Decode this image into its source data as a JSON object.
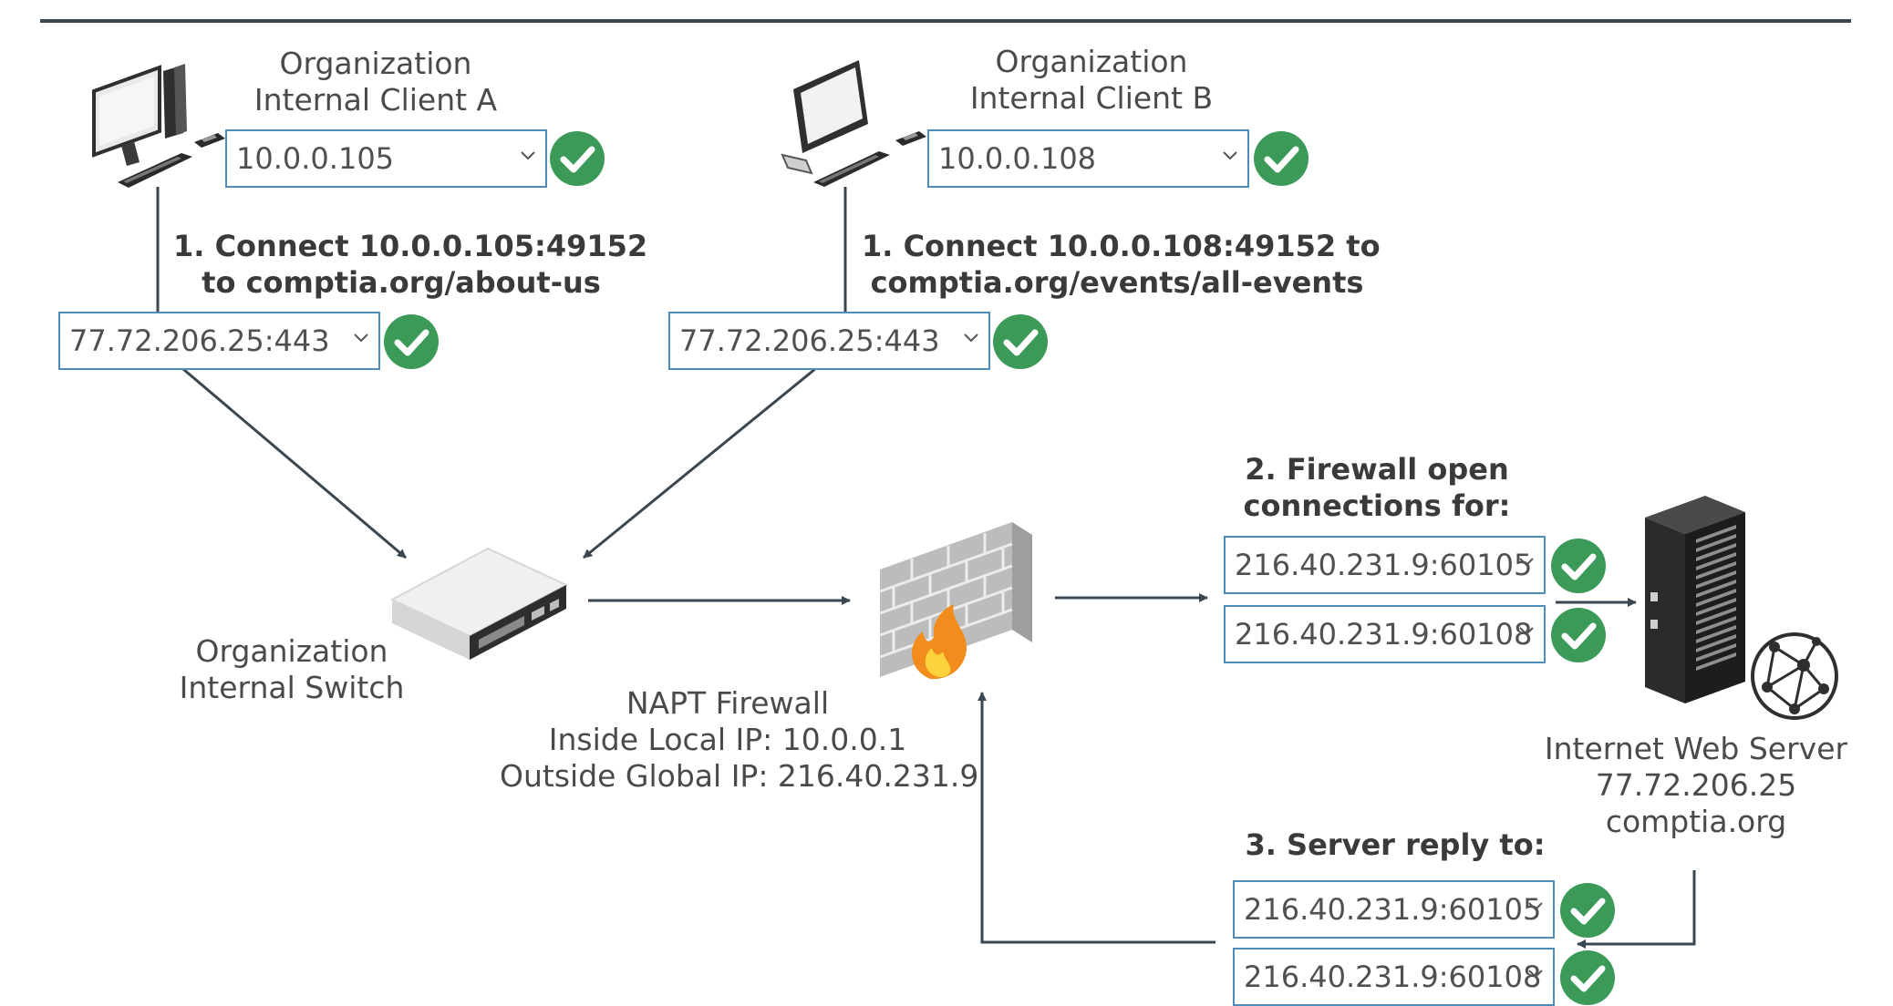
{
  "client_a": {
    "title_line1": "Organization",
    "title_line2": "Internal Client A",
    "ip_value": "10.0.0.105",
    "step_line1": "1. Connect 10.0.0.105:49152",
    "step_line2": "to comptia.org/about-us",
    "dest_value": "77.72.206.25:443"
  },
  "client_b": {
    "title_line1": "Organization",
    "title_line2": "Internal Client B",
    "ip_value": "10.0.0.108",
    "step_line1": "1. Connect 10.0.0.108:49152  to",
    "step_line2": "comptia.org/events/all-events",
    "dest_value": "77.72.206.25:443"
  },
  "switch": {
    "label_line1": "Organization",
    "label_line2": "Internal Switch"
  },
  "firewall": {
    "label_line1": "NAPT Firewall",
    "label_line2": "Inside Local IP: 10.0.0.1",
    "label_line3": "Outside Global IP: 216.40.231.9"
  },
  "step2": {
    "title_line1": "2. Firewall open",
    "title_line2": "connections for:",
    "values": [
      "216.40.231.9:60105",
      "216.40.231.9:60108"
    ]
  },
  "server": {
    "label_line1": "Internet Web Server",
    "label_line2": "77.72.206.25",
    "label_line3": "comptia.org"
  },
  "step3": {
    "title": "3. Server reply to:",
    "values": [
      "216.40.231.9:60105",
      "216.40.231.9:60108"
    ]
  },
  "colors": {
    "check": "#3b9a57",
    "field_border": "#4e8cba",
    "line": "#3a4750"
  },
  "icons": [
    "desktop-computer-icon",
    "all-in-one-computer-icon",
    "network-switch-icon",
    "firewall-icon",
    "server-rack-icon",
    "globe-network-icon",
    "check-icon",
    "chevron-down-icon"
  ]
}
